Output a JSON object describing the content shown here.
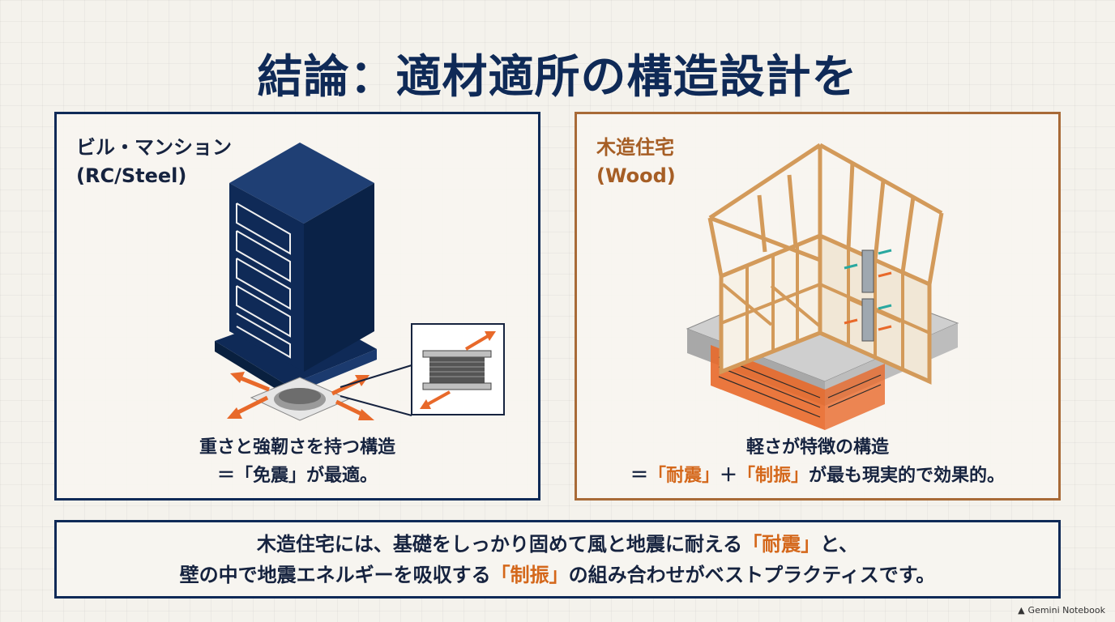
{
  "title": "結論：適材適所の構造設計を",
  "left_panel": {
    "label_line1": "ビル・マンション",
    "label_line2": "(RC/Steel)",
    "caption_line1": "重さと強靭さを持つ構造",
    "caption_prefix": "＝",
    "caption_highlight": "「免震」",
    "caption_suffix": "が最適。",
    "icons": [
      "building-icon",
      "seismic-isolator-icon",
      "arrow-icon"
    ]
  },
  "right_panel": {
    "label_line1": "木造住宅",
    "label_line2": "(Wood)",
    "caption_line1": "軽さが特徴の構造",
    "caption_prefix": "＝",
    "caption_highlight1": "「耐震」",
    "caption_plus": "＋",
    "caption_highlight2": "「制振」",
    "caption_suffix": "が最も現実的で効果的。",
    "icons": [
      "wood-frame-house-icon",
      "foundation-icon",
      "damper-icon"
    ]
  },
  "summary": {
    "line1_prefix": "木造住宅には、基礎をしっかり固めて風と地震に耐える",
    "line1_highlight": "「耐震」",
    "line1_suffix": "と、",
    "line2_prefix": "壁の中で地震エネルギーを吸収する",
    "line2_highlight": "「制振」",
    "line2_suffix": "の組み合わせがベストプラクティスです。"
  },
  "footer": {
    "brand": "Gemini Notebook"
  },
  "colors": {
    "navy": "#0f2a57",
    "brown": "#a86a37",
    "orange": "#e8692a",
    "accent": "#d4671a"
  }
}
